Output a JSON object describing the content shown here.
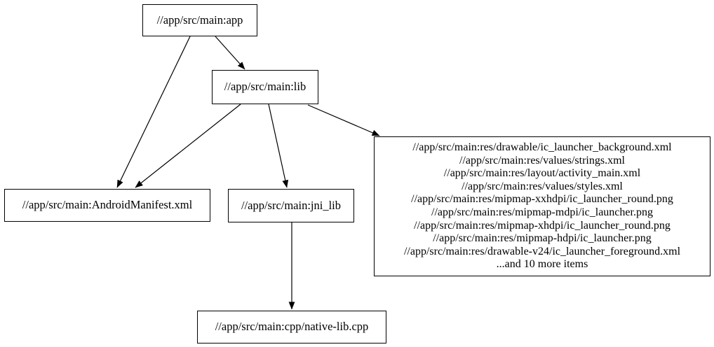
{
  "diagram": {
    "type": "build-dependency-graph",
    "background_color": "#ffffff",
    "node_fill_color": "#ffffff",
    "node_border_color": "#000000",
    "edge_color": "#000000",
    "text_color": "#000000",
    "nodes": {
      "app": {
        "label": "//app/src/main:app"
      },
      "lib": {
        "label": "//app/src/main:lib"
      },
      "android_manifest": {
        "label": "//app/src/main:AndroidManifest.xml"
      },
      "jni_lib": {
        "label": "//app/src/main:jni_lib"
      },
      "res_group": {
        "lines": [
          "//app/src/main:res/drawable/ic_launcher_background.xml",
          "//app/src/main:res/values/strings.xml",
          "//app/src/main:res/layout/activity_main.xml",
          "//app/src/main:res/values/styles.xml",
          "//app/src/main:res/mipmap-xxhdpi/ic_launcher_round.png",
          "//app/src/main:res/mipmap-mdpi/ic_launcher.png",
          "//app/src/main:res/mipmap-xhdpi/ic_launcher_round.png",
          "//app/src/main:res/mipmap-hdpi/ic_launcher.png",
          "//app/src/main:res/drawable-v24/ic_launcher_foreground.xml",
          "...and 10 more items"
        ]
      },
      "native_lib_cpp": {
        "label": "//app/src/main:cpp/native-lib.cpp"
      }
    },
    "edges": [
      {
        "from": "app",
        "to": "android_manifest"
      },
      {
        "from": "app",
        "to": "lib"
      },
      {
        "from": "lib",
        "to": "android_manifest"
      },
      {
        "from": "lib",
        "to": "jni_lib"
      },
      {
        "from": "lib",
        "to": "res_group"
      },
      {
        "from": "jni_lib",
        "to": "native_lib_cpp"
      }
    ]
  }
}
